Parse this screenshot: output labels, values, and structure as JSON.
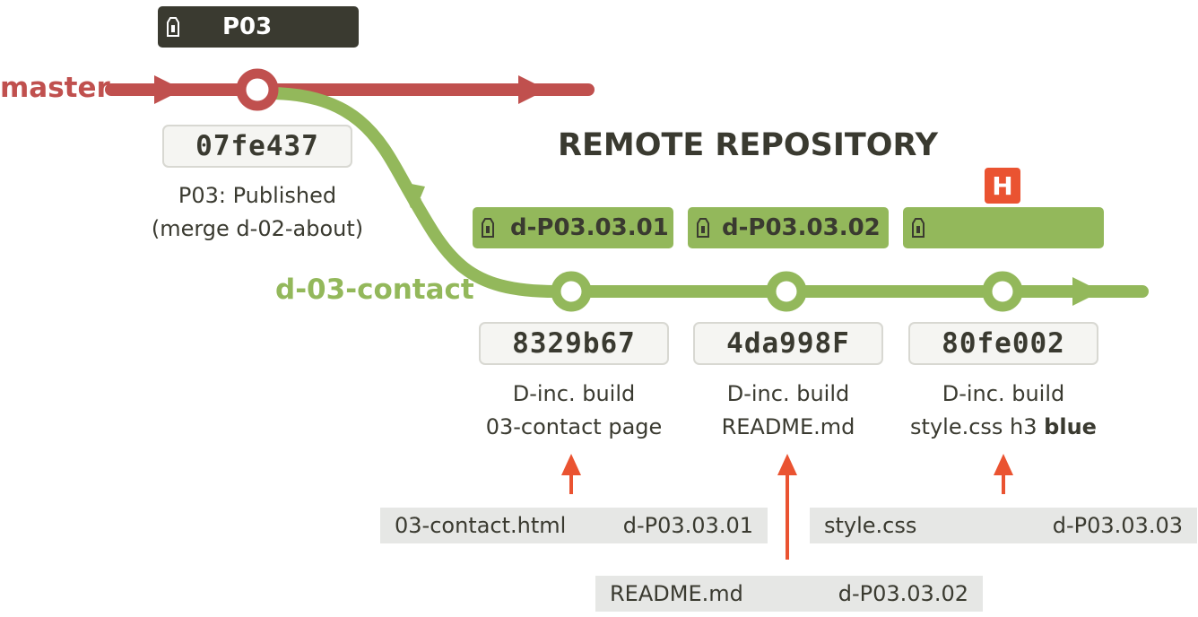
{
  "title": "REMOTE REPOSITORY",
  "colors": {
    "master": "#c0504e",
    "branch": "#93b85b",
    "dark": "#3a3a30",
    "arrow": "#ea5331",
    "hash_bg": "#f5f5f2",
    "file_bg": "#e6e7e5"
  },
  "branches": {
    "master": "master",
    "contact": "d-03-contact"
  },
  "tags": {
    "p03": "P03",
    "d1": "d-P03.03.01",
    "d2": "d-P03.03.02",
    "d3": ""
  },
  "head_badge": "H",
  "commits": [
    {
      "hash": "07fe437",
      "line1": "P03: Published",
      "line2": "(merge d-02-about)"
    },
    {
      "hash": "8329b67",
      "line1": "D-inc. build",
      "line2": "03-contact page"
    },
    {
      "hash": "4da998F",
      "line1": "D-inc. build",
      "line2": "README.md"
    },
    {
      "hash": "80fe002",
      "line1": "D-inc. build",
      "line2_pre": "style.css h3 ",
      "line2_bold": "blue"
    }
  ],
  "files": [
    {
      "name": "03-contact.html",
      "tag": "d-P03.03.01"
    },
    {
      "name": "README.md",
      "tag": "d-P03.03.02"
    },
    {
      "name": "style.css",
      "tag": "d-P03.03.03"
    }
  ]
}
